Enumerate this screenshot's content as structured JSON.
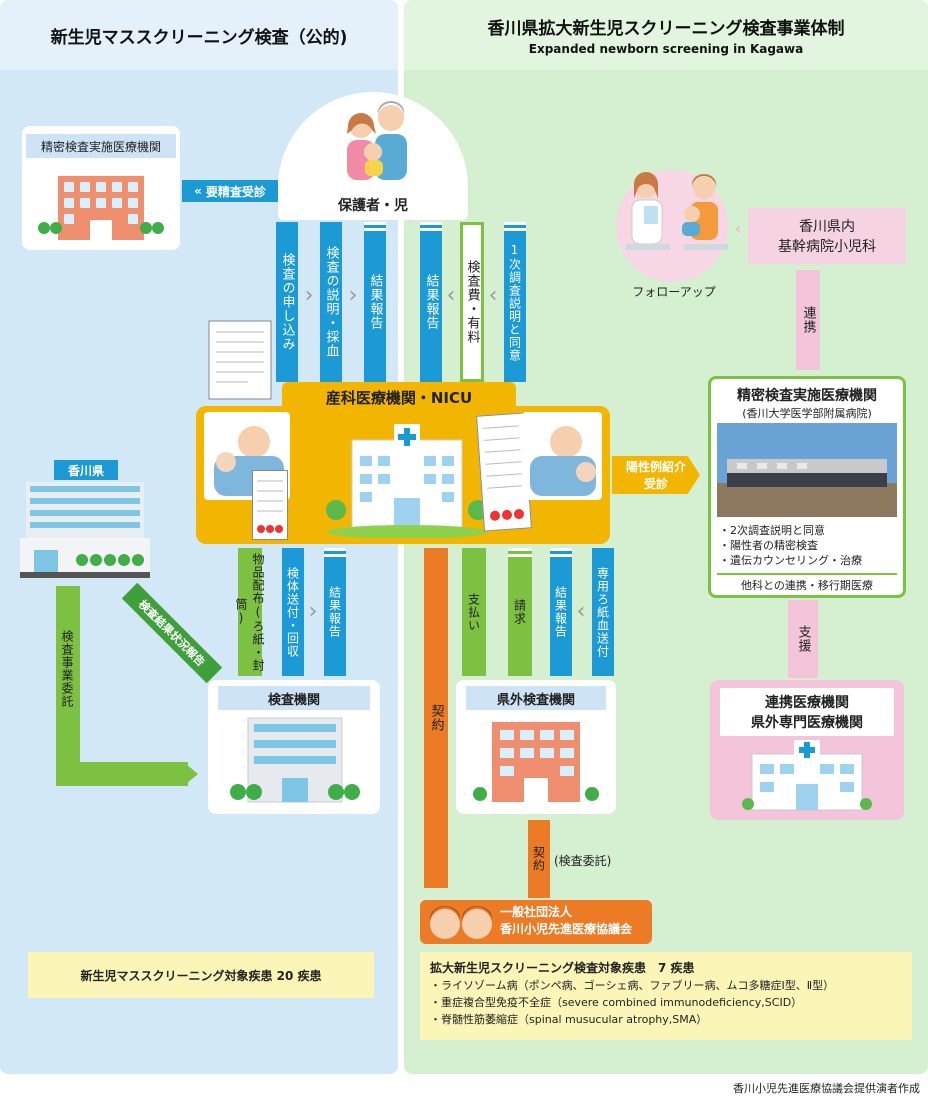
{
  "headers": {
    "left_title": "新生児マススクリーニング検査（公的)",
    "right_title": "香川県拡大新生児スクリーニング検査事業体制",
    "right_subtitle": "Expanded newborn screening in Kagawa"
  },
  "nodes": {
    "guardian": "保護者・児",
    "precision_left": "精密検査実施医療機関",
    "followup": "フォローアップ",
    "kagawa_core_line1": "香川県内",
    "kagawa_core_line2": "基幹病院小児科",
    "obstetric": "産科医療機関・NICU",
    "kagawa_pref": "香川県",
    "precision_right_title": "精密検査実施医療機関",
    "precision_right_sub": "(香川大学医学部附属病院)",
    "precision_right_items": [
      "・2次調査説明と同意",
      "・陽性者の精密検査",
      "・遺伝カウンセリング・治療"
    ],
    "precision_right_footer": "他科との連携・移行期医療",
    "test_lab": "検査機関",
    "outside_lab": "県外検査機関",
    "partner_line1": "連携医療機関",
    "partner_line2": "県外専門医療機関",
    "assoc_line1": "一般社団法人",
    "assoc_line2": "香川小児先進医療協議会"
  },
  "flows": {
    "apply": "検査の申し込み",
    "explain_blood": "検査の説明・採血",
    "report1": "結果報告",
    "report2": "結果報告",
    "fee": "検査費・有料",
    "first_consent": "1次調査説明と同意",
    "need_precise": "要精査受診",
    "coop": "連携",
    "positive_refer_line1": "陽性例紹介",
    "positive_refer_line2": "受診",
    "support": "支援",
    "supplies": "物品配布(ろ紙・封筒)",
    "sample_send": "検体送付・回収",
    "report3": "結果報告",
    "payment": "支払い",
    "billing": "請求",
    "report4": "結果報告",
    "filter_send": "専用ろ紙血送付",
    "contract1": "契約",
    "contract2": "契約",
    "contract2_note": "(検査委託)",
    "screen_status": "検査結果状況報告",
    "entrust": "検査事業委託"
  },
  "notes": {
    "left_box": "新生児マススクリーニング対象疾患 20 疾患",
    "right_title": "拡大新生児スクリーニング検査対象疾患　7 疾患",
    "right_items": [
      "・ライソゾーム病（ポンペ病、ゴーシェ病、ファブリー病、ムコ多糖症Ⅰ型、Ⅱ型）",
      "・重症複合型免疫不全症（severe combined immunodeficiency,SCID）",
      "・脊髄性筋萎縮症（spinal musucular atrophy,SMA）"
    ],
    "credit": "香川小児先進医療協議会提供演者作成"
  },
  "colors": {
    "left_bg": "#d3e8f7",
    "right_bg": "#d4f0d1",
    "blue_arrow": "#1b9ad6",
    "green_arrow": "#7cc142",
    "dark_green": "#4cae3f",
    "orange": "#ed7b26",
    "gold": "#f2b600",
    "pink": "#f4c5da",
    "note_yellow": "#fbf6b8"
  }
}
